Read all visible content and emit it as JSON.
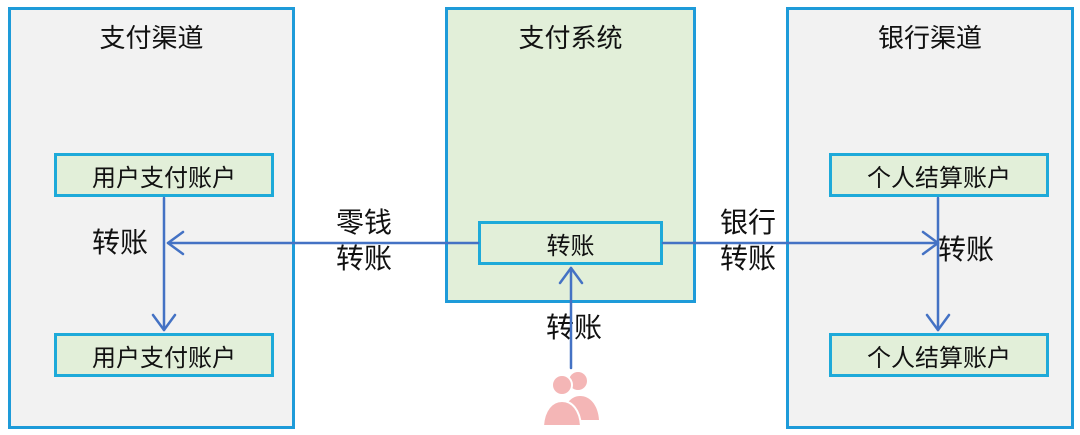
{
  "panels": {
    "left": {
      "title": "支付渠道",
      "box_top": "用户支付账户",
      "box_bottom": "用户支付账户",
      "transfer_label": "转账"
    },
    "middle": {
      "title": "支付系统",
      "box": "转账"
    },
    "right": {
      "title": "银行渠道",
      "box_top": "个人结算账户",
      "box_bottom": "个人结算账户",
      "transfer_label": "转账"
    }
  },
  "edges": {
    "change_transfer": [
      "零钱",
      "转账"
    ],
    "bank_transfer": [
      "银行",
      "转账"
    ],
    "user_transfer": "转账"
  },
  "icons": {
    "users": "users-icon"
  },
  "colors": {
    "border": "#1e9bd9",
    "arrow": "#4472c4",
    "users_icon": "#f4b6b6"
  }
}
